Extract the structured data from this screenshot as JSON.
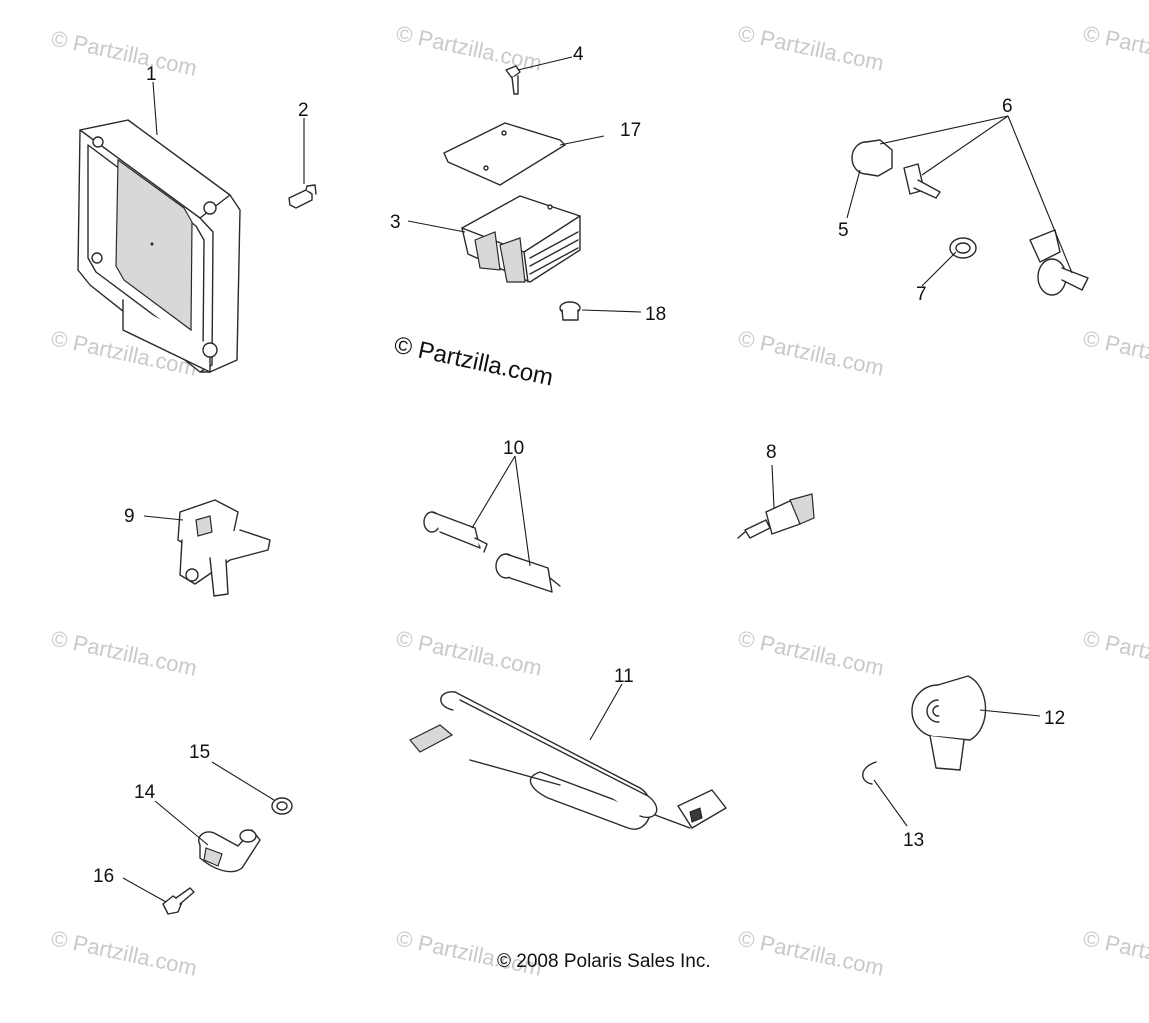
{
  "watermark": {
    "text": "© Partzilla.com",
    "center_text": "© Partzilla.com"
  },
  "copyright": "© 2008 Polaris Sales Inc.",
  "callouts": {
    "c1": "1",
    "c2": "2",
    "c3": "3",
    "c4": "4",
    "c5": "5",
    "c6": "6",
    "c7": "7",
    "c8": "8",
    "c9": "9",
    "c10": "10",
    "c11": "11",
    "c12": "12",
    "c13": "13",
    "c14": "14",
    "c15": "15",
    "c16": "16",
    "c17": "17",
    "c18": "18"
  }
}
